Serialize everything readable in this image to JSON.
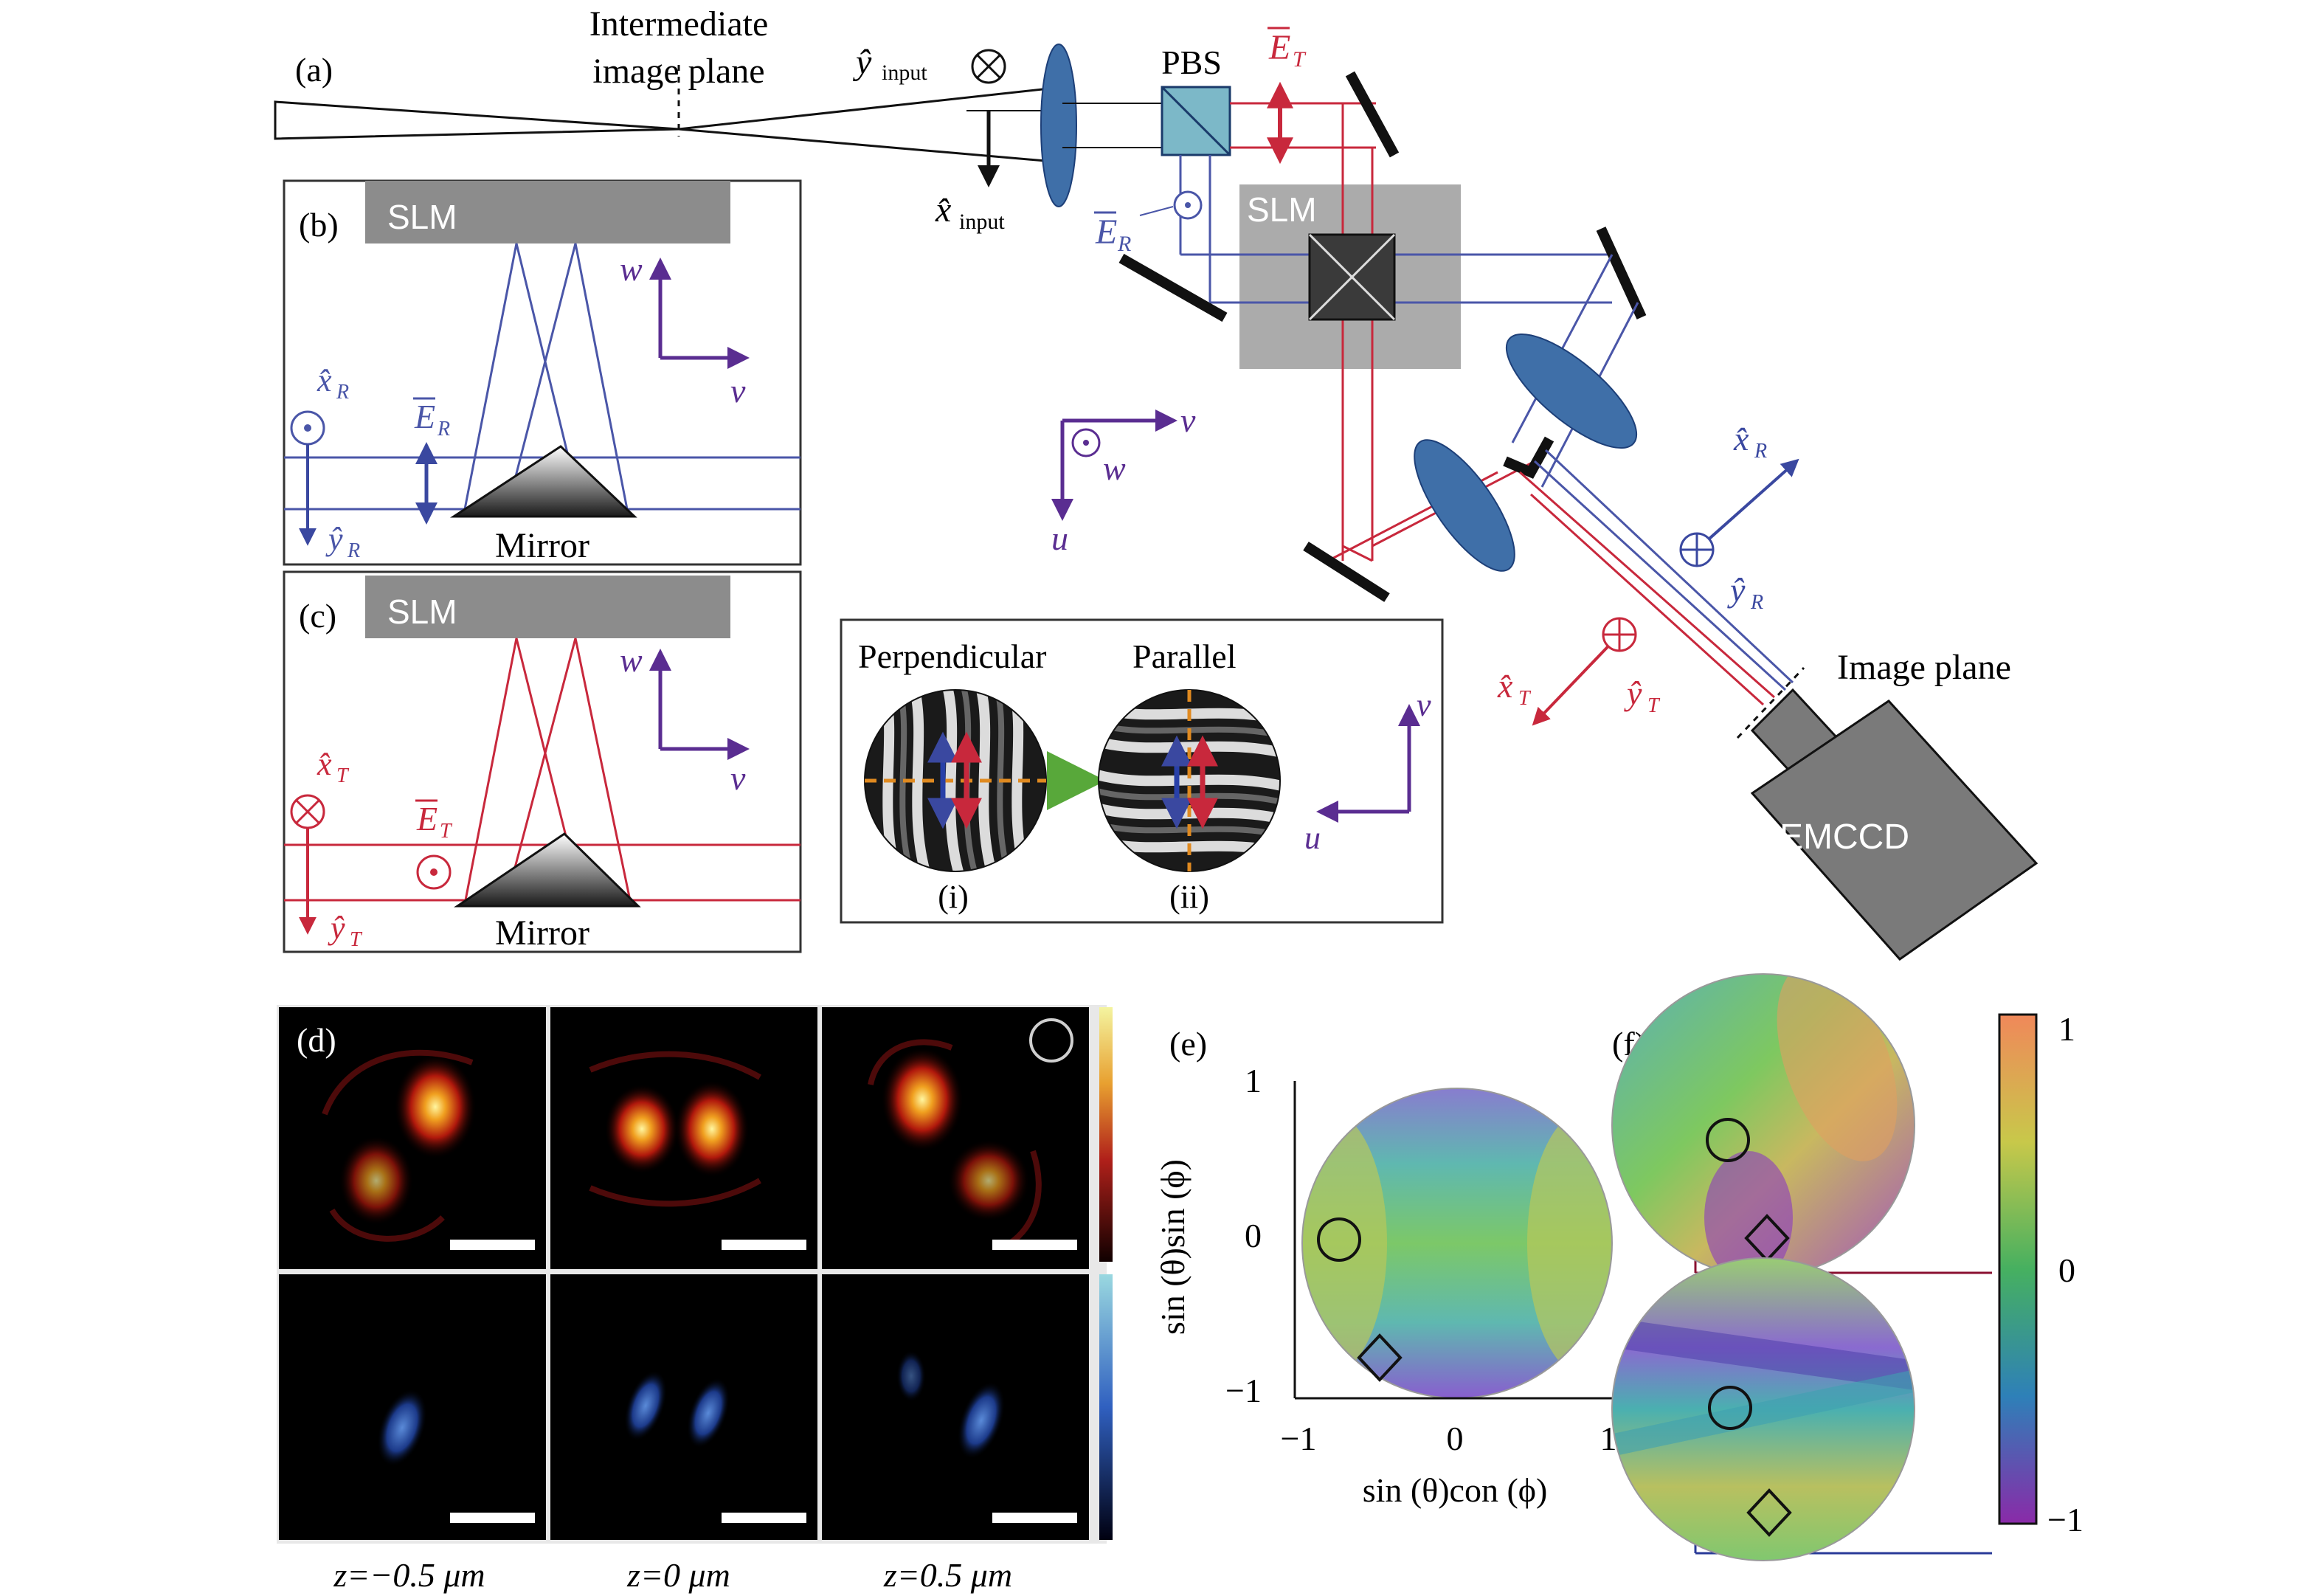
{
  "panel_labels": {
    "a": "(a)",
    "b": "(b)",
    "c": "(c)",
    "d": "(d)",
    "e": "(e)",
    "f": "(f)"
  },
  "panel_a": {
    "intermediate_line1": "Intermediate",
    "intermediate_line2": "image plane",
    "y_input": "ŷ",
    "y_input_sub": "input",
    "x_input": "x̂",
    "x_input_sub": "input",
    "pbs": "PBS",
    "slm": "SLM",
    "e_t": "E",
    "e_t_sub": "T",
    "e_r": "E",
    "e_r_sub": "R",
    "u": "u",
    "v": "v",
    "w": "w",
    "x_r": "x̂",
    "x_r_sub": "R",
    "y_r": "ŷ",
    "y_r_sub": "R",
    "x_t": "x̂",
    "x_t_sub": "T",
    "y_t": "ŷ",
    "y_t_sub": "T",
    "image_plane": "Image plane",
    "emccd": "EMCCD"
  },
  "panel_b": {
    "slm": "SLM",
    "mirror": "Mirror",
    "w": "w",
    "v": "v",
    "x_r": "x̂",
    "x_r_sub": "R",
    "y_r": "ŷ",
    "y_r_sub": "R",
    "e_r": "E",
    "e_r_sub": "R"
  },
  "panel_c": {
    "slm": "SLM",
    "mirror": "Mirror",
    "w": "w",
    "v": "v",
    "x_t": "x̂",
    "x_t_sub": "T",
    "y_t": "ŷ",
    "y_t_sub": "T",
    "e_t": "E",
    "e_t_sub": "T"
  },
  "inset": {
    "perpendicular": "Perpendicular",
    "parallel": "Parallel",
    "i": "(i)",
    "ii": "(ii)",
    "u": "u",
    "v": "v"
  },
  "panel_d": {
    "z_labels": [
      "z=−0.5 μm",
      "z=0 μm",
      "z=0.5 μm"
    ]
  },
  "panel_e": {
    "ylabel": "sin (θ)sin (ϕ)",
    "xlabel": "sin (θ)con (ϕ)",
    "x_ticks": [
      "−1",
      "0",
      "1"
    ],
    "y_ticks": [
      "1",
      "0",
      "−1"
    ]
  },
  "panel_f": {
    "colorbar_ticks": [
      "1",
      "0",
      "−1"
    ]
  },
  "colors": {
    "reflected": "#4a56a8",
    "transmitted": "#c8283c",
    "axes": "#5a2d91",
    "lens": "#3f6fa8",
    "slm_gray": "#9c9c9c",
    "arrow_green": "#58a83a",
    "orange": "#e08a20"
  },
  "chart_data": [
    {
      "type": "heatmap",
      "panel": "e",
      "xlabel": "sin (θ)con (ϕ)",
      "ylabel": "sin (θ)sin (ϕ)",
      "xlim": [
        -1,
        1
      ],
      "ylim": [
        -1,
        1
      ],
      "x_ticks": [
        -1,
        0,
        1
      ],
      "y_ticks": [
        -1,
        0,
        1
      ]
    },
    {
      "type": "heatmap",
      "panel": "f",
      "colorbar_range": [
        -1,
        1
      ],
      "colorbar_ticks": [
        1,
        0,
        -1
      ]
    }
  ]
}
